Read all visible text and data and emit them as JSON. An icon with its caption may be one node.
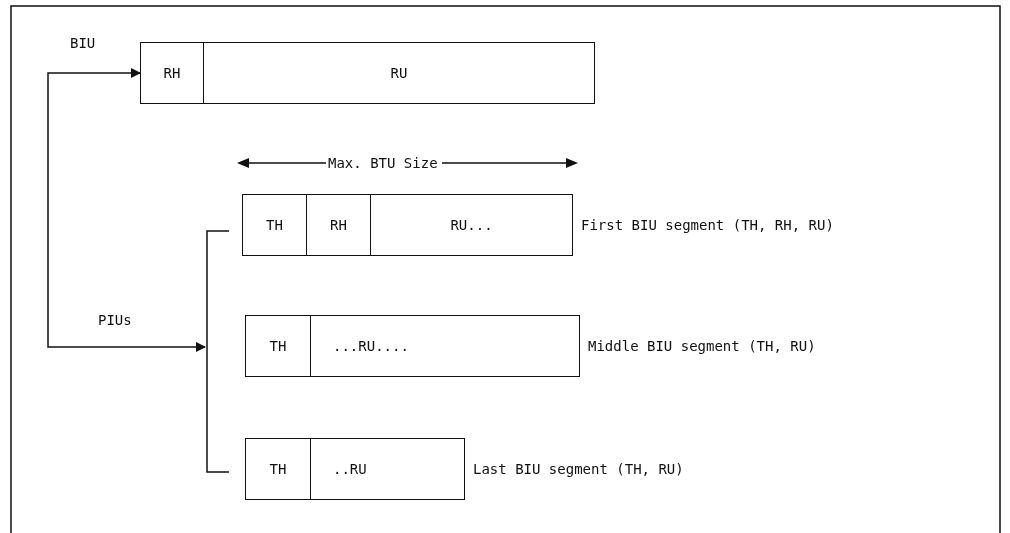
{
  "diagram": {
    "nodes": [
      {
        "text": [],
        "shape": "box"
      },
      {
        "text": [
          "RH"
        ],
        "in": 0
      },
      {
        "text": [
          "RU"
        ],
        "in": 0
      },
      {
        "text": [],
        "shape": "bracket"
      },
      {
        "text": [],
        "shape": "box",
        "beside": [
          "First BIU segment (TH, RH, RU)"
        ]
      },
      {
        "text": [
          "TH"
        ],
        "in": 4
      },
      {
        "text": [
          "RH"
        ],
        "in": 4
      },
      {
        "text": [
          "RU..."
        ],
        "in": 4
      },
      {
        "text": [],
        "shape": "box",
        "beside": [
          "Middle BIU segment (TH, RU)"
        ]
      },
      {
        "text": [
          "TH"
        ],
        "in": 8
      },
      {
        "text": [
          "...RU...."
        ],
        "in": 8
      },
      {
        "text": [],
        "shape": "box",
        "beside": [
          "Last BIU segment (TH, RU)"
        ]
      },
      {
        "text": [
          "TH"
        ],
        "in": 11
      },
      {
        "text": [
          "..RU"
        ],
        "in": 11
      }
    ],
    "edges": [
      {
        "from": 0,
        "to": 3,
        "arrow": "both"
      }
    ],
    "labels": [
      "BIU",
      "Max. BTU Size",
      "PIUs"
    ]
  }
}
